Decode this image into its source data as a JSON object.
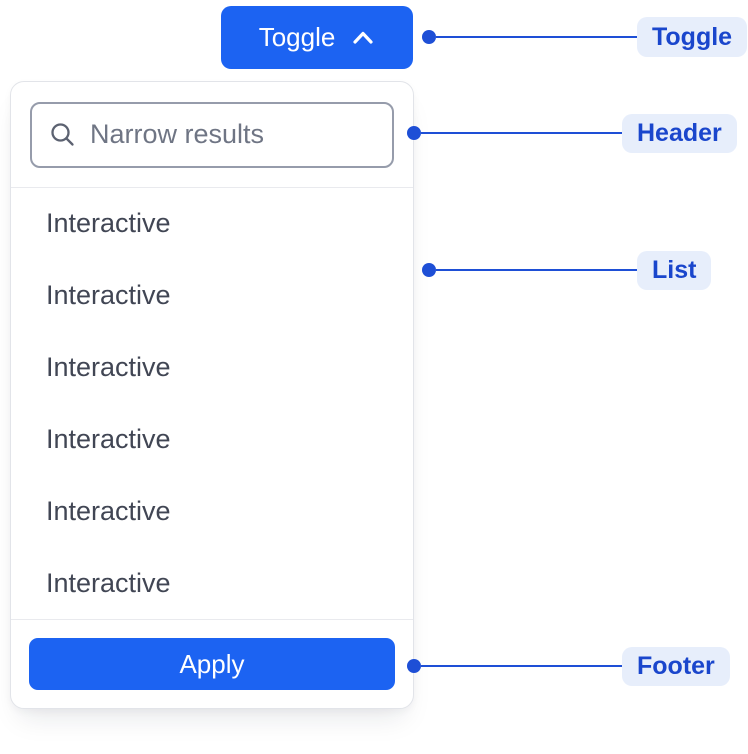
{
  "toggle": {
    "label": "Toggle",
    "icon": "chevron-up-icon"
  },
  "panel": {
    "header": {
      "search_placeholder": "Narrow results",
      "search_value": "",
      "icon": "search-icon"
    },
    "list": {
      "items": [
        {
          "label": "Interactive"
        },
        {
          "label": "Interactive"
        },
        {
          "label": "Interactive"
        },
        {
          "label": "Interactive"
        },
        {
          "label": "Interactive"
        },
        {
          "label": "Interactive"
        }
      ]
    },
    "footer": {
      "apply_label": "Apply"
    }
  },
  "annotations": {
    "toggle": {
      "label": "Toggle"
    },
    "header": {
      "label": "Header"
    },
    "list": {
      "label": "List"
    },
    "footer": {
      "label": "Footer"
    }
  },
  "colors": {
    "primary_blue": "#1c63f2",
    "annotation_line": "#1e4fd6",
    "annotation_text": "#1a46cc",
    "annotation_pill_bg": "#e7eefb",
    "list_text": "#414654",
    "placeholder_text": "#6f7584",
    "input_border": "#969cab",
    "panel_border": "#e2e4e9",
    "divider": "#e9eaee"
  }
}
